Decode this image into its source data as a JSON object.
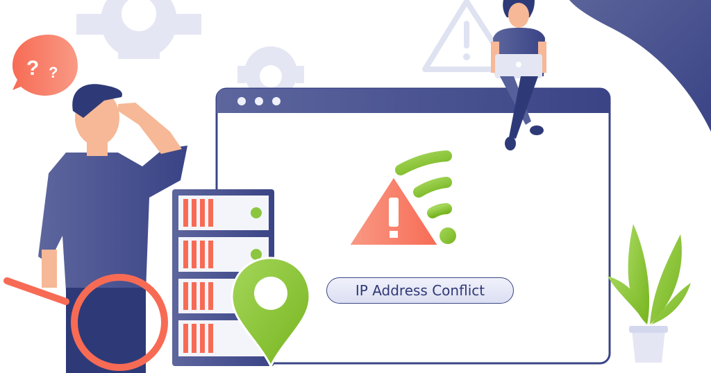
{
  "illustration": {
    "topic": "IP Address Conflict",
    "label": "IP Address Conflict",
    "colors": {
      "navy": "#3a4486",
      "navy_light": "#56609a",
      "coral": "#f76b55",
      "green": "#8cc63f",
      "pale_gray": "#e4e6f3",
      "skin": "#f6b896"
    },
    "speech_bubble": {
      "glyphs": "? ?"
    },
    "window": {
      "dots": 3
    }
  }
}
